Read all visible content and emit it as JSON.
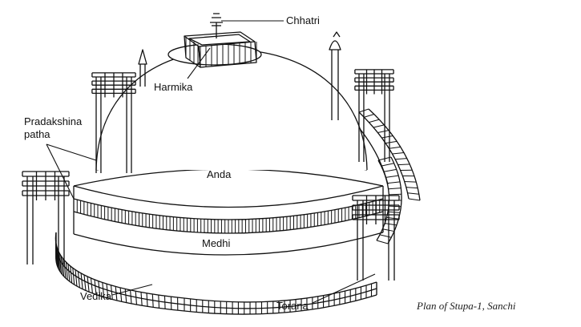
{
  "labels": {
    "chhatri": "Chhatri",
    "harmika": "Harmika",
    "pradakshina_line1": "Pradakshina",
    "pradakshina_line2": "patha",
    "anda": "Anda",
    "medhi": "Medhi",
    "vedika": "Vedika",
    "torana": "Torana"
  },
  "caption": "Plan of Stupa-1, Sanchi",
  "colors": {
    "ink": "#111111",
    "background": "#ffffff"
  }
}
